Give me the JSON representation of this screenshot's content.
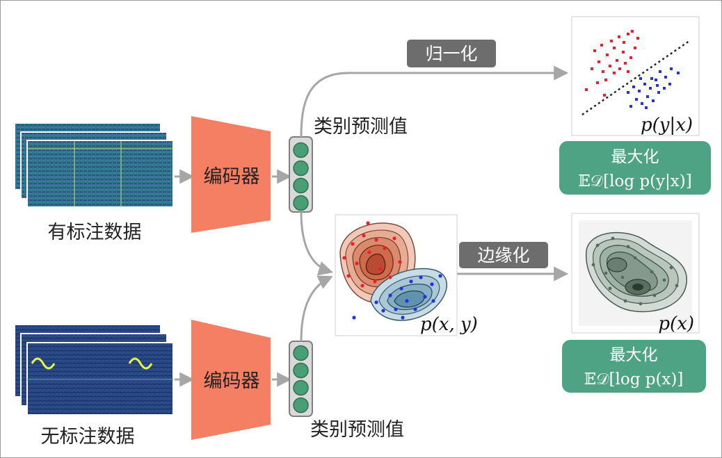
{
  "labeled_data_label": "有标注数据",
  "unlabeled_data_label": "无标注数据",
  "encoder_top_label": "编码器",
  "encoder_bottom_label": "编码器",
  "class_pred_top_label": "类别预测值",
  "class_pred_bottom_label": "类别预测值",
  "normalize_label": "归一化",
  "marginalize_label": "边缘化",
  "conditional_label": "p(y|x)",
  "joint_label": "p(x, y)",
  "marginal_label": "p(x)",
  "maximize_top_title": "最大化",
  "maximize_top_formula": "𝔼𝒟[log p(y|x)]",
  "maximize_bottom_title": "最大化",
  "maximize_bottom_formula": "𝔼𝒟[log p(x)]",
  "colors": {
    "encoder": "#f47f62",
    "pill_gray": "#6d6d6d",
    "maximize_green": "#4ea385",
    "node_green": "#4a9e76",
    "class_red": "#e8222d",
    "class_blue": "#2233e0"
  }
}
